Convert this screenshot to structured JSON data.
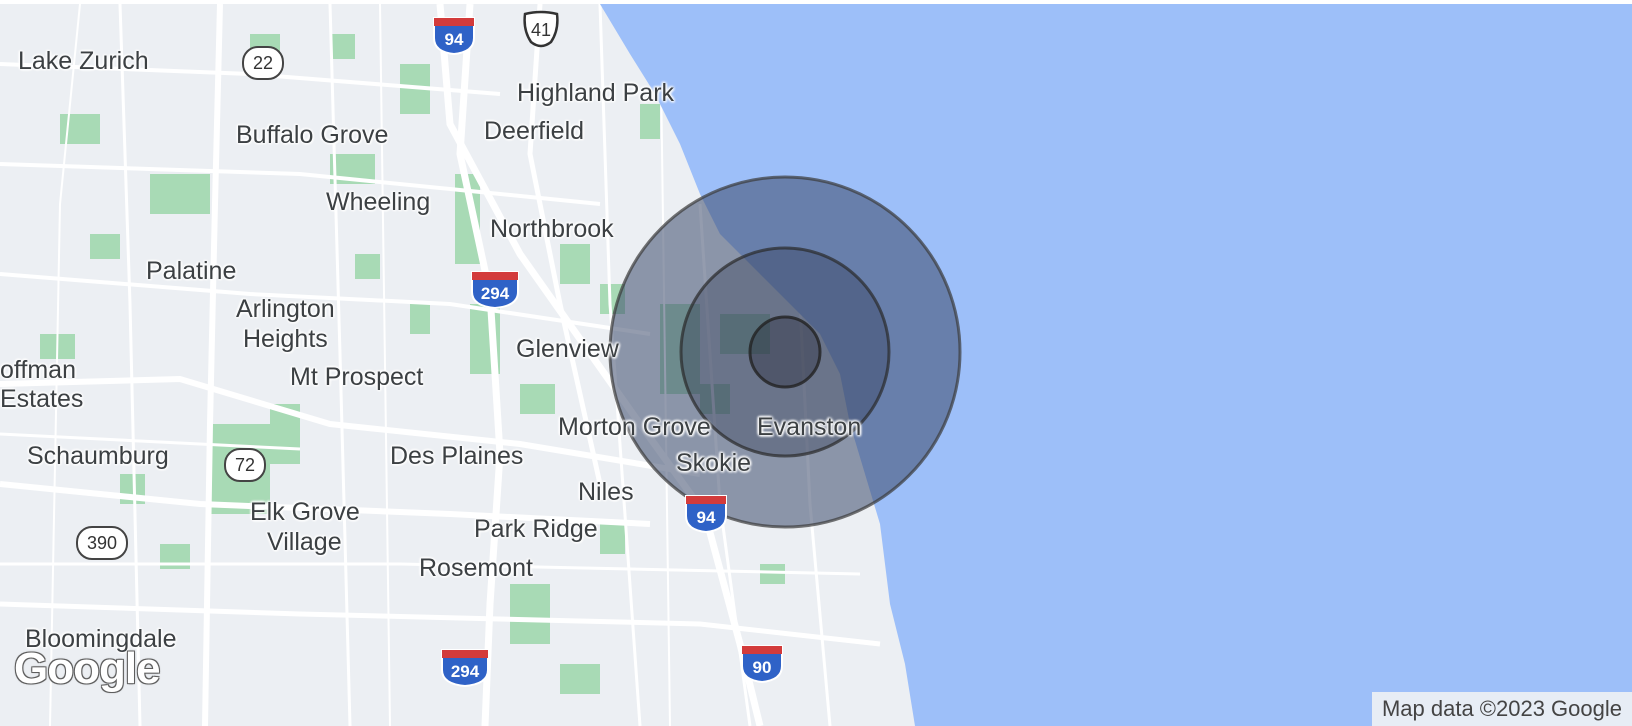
{
  "map": {
    "colors": {
      "land": "#eceff3",
      "water": "#9dbff9",
      "park": "#a8dab5",
      "road": "#ffffff",
      "overlay": "#3c4a6b",
      "interstate_blue": "#2f62c7",
      "interstate_red": "#d33b3b"
    },
    "cities": [
      {
        "key": "lake-zurich",
        "name": "Lake Zurich"
      },
      {
        "key": "highland-park",
        "name": "Highland Park"
      },
      {
        "key": "deerfield",
        "name": "Deerfield"
      },
      {
        "key": "buffalo-grove",
        "name": "Buffalo Grove"
      },
      {
        "key": "wheeling",
        "name": "Wheeling"
      },
      {
        "key": "northbrook",
        "name": "Northbrook"
      },
      {
        "key": "palatine",
        "name": "Palatine"
      },
      {
        "key": "arlington-heights-1",
        "name": "Arlington"
      },
      {
        "key": "arlington-heights-2",
        "name": "Heights"
      },
      {
        "key": "glenview",
        "name": "Glenview"
      },
      {
        "key": "hoffman-estates-1",
        "name": "offman"
      },
      {
        "key": "hoffman-estates-2",
        "name": "Estates"
      },
      {
        "key": "mt-prospect",
        "name": "Mt Prospect"
      },
      {
        "key": "morton-grove",
        "name": "Morton Grove"
      },
      {
        "key": "evanston",
        "name": "Evanston"
      },
      {
        "key": "schaumburg",
        "name": "Schaumburg"
      },
      {
        "key": "des-plaines",
        "name": "Des Plaines"
      },
      {
        "key": "skokie",
        "name": "Skokie"
      },
      {
        "key": "niles",
        "name": "Niles"
      },
      {
        "key": "elk-grove-village-1",
        "name": "Elk Grove"
      },
      {
        "key": "elk-grove-village-2",
        "name": "Village"
      },
      {
        "key": "park-ridge",
        "name": "Park Ridge"
      },
      {
        "key": "rosemont",
        "name": "Rosemont"
      },
      {
        "key": "bloomingdale",
        "name": "Bloomingdale"
      }
    ],
    "routes": {
      "i94_north": "94",
      "us41": "41",
      "il22": "22",
      "i294_north": "294",
      "il72": "72",
      "i94_south": "94",
      "il390": "390",
      "i294_south": "294",
      "i90": "90"
    },
    "radius_rings": 3,
    "logo": "Google",
    "attribution": "Map data ©2023 Google"
  }
}
